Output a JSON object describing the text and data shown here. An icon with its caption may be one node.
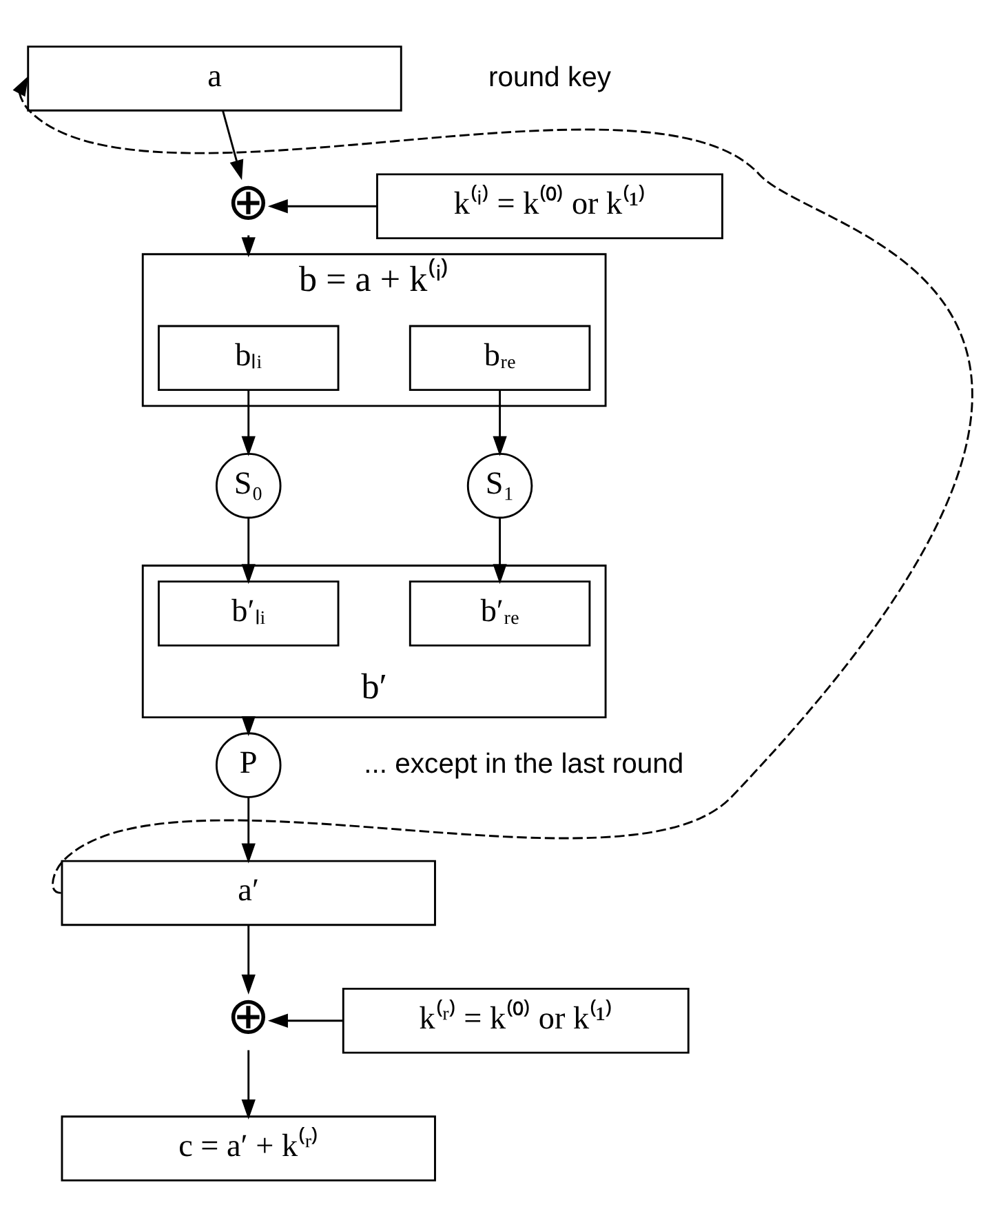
{
  "diagram": {
    "nodes": [
      {
        "text": [
          "a"
        ]
      },
      {
        "text": [
          "⊕"
        ]
      },
      {
        "text": [
          "k⁽ⁱ⁾ = k⁽⁰⁾ or k⁽¹⁾"
        ],
        "beside": [
          "round key"
        ]
      },
      {
        "text": [
          "b = a + k⁽ⁱ⁾"
        ]
      },
      {
        "text": [
          "bₗᵢ"
        ],
        "in": 3
      },
      {
        "text": [
          "bᵣₑ"
        ],
        "in": 3
      },
      {
        "text": [
          "S₀"
        ]
      },
      {
        "text": [
          "S₁"
        ]
      },
      {
        "text": [
          "b′"
        ]
      },
      {
        "text": [
          "b′ₗᵢ"
        ],
        "in": 8
      },
      {
        "text": [
          "b′ᵣₑ"
        ],
        "in": 8
      },
      {
        "text": [
          "P"
        ],
        "beside": [
          "... except in the last round"
        ]
      },
      {
        "text": [
          "a′"
        ]
      },
      {
        "text": [
          "⊕"
        ]
      },
      {
        "text": [
          "k⁽ʳ⁾ = k⁽⁰⁾ or k⁽¹⁾"
        ]
      },
      {
        "text": [
          "c = a′ + k⁽ʳ⁾"
        ]
      }
    ],
    "edges": [
      {
        "from": 0,
        "to": 1,
        "arrow": "to"
      },
      {
        "from": 2,
        "to": 1,
        "arrow": "to"
      },
      {
        "from": 1,
        "to": 3,
        "arrow": "to"
      },
      {
        "from": 4,
        "to": 6,
        "arrow": "to"
      },
      {
        "from": 5,
        "to": 7,
        "arrow": "to"
      },
      {
        "from": 6,
        "to": 9,
        "arrow": "to"
      },
      {
        "from": 7,
        "to": 10,
        "arrow": "to"
      },
      {
        "from": 8,
        "to": 11,
        "arrow": "to"
      },
      {
        "from": 11,
        "to": 12,
        "arrow": "to"
      },
      {
        "from": 12,
        "to": 0,
        "arrow": "to",
        "style": "dashed"
      },
      {
        "from": 12,
        "to": 13,
        "arrow": "to"
      },
      {
        "from": 14,
        "to": 13,
        "arrow": "to"
      },
      {
        "from": 13,
        "to": 15,
        "arrow": "to"
      }
    ]
  }
}
